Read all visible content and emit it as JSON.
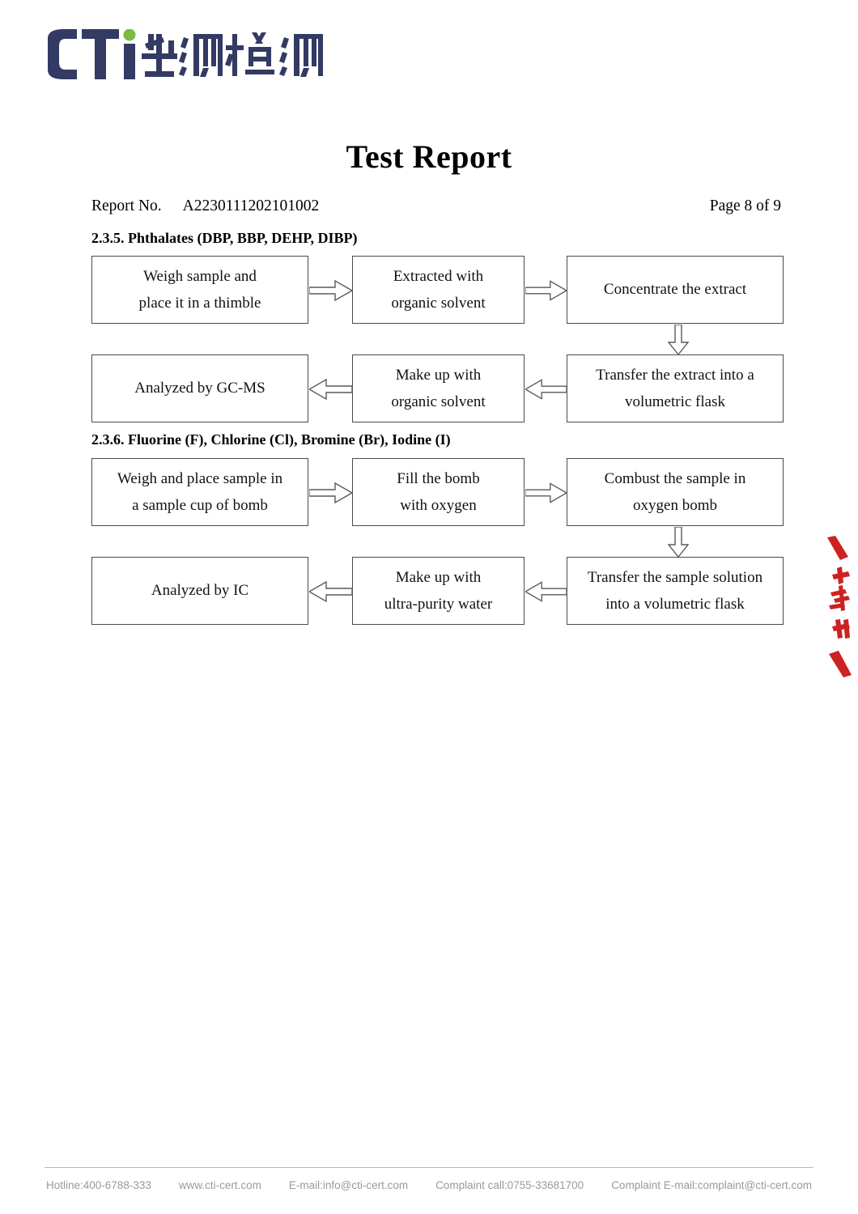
{
  "brand": {
    "logo_latin": "CTI",
    "logo_cjk": "华测检测",
    "logo_color": "#333a63",
    "logo_dot_color": "#7cbb42"
  },
  "document": {
    "title": "Test Report",
    "report_no_label": "Report No.",
    "report_no_value": "A2230111202101002",
    "page_indicator": "Page 8 of 9"
  },
  "sections": [
    {
      "heading": "2.3.5. Phthalates (DBP, BBP, DEHP, DIBP)",
      "flow": {
        "nodes": [
          {
            "id": "n1",
            "lines": [
              "Weigh sample and",
              "place it in a thimble"
            ]
          },
          {
            "id": "n2",
            "lines": [
              "Extracted with",
              "organic solvent"
            ]
          },
          {
            "id": "n3",
            "lines": [
              "Concentrate the extract"
            ]
          },
          {
            "id": "n4",
            "lines": [
              "Transfer the extract into a",
              "volumetric flask"
            ]
          },
          {
            "id": "n5",
            "lines": [
              "Make up with",
              "organic solvent"
            ]
          },
          {
            "id": "n6",
            "lines": [
              "Analyzed by GC-MS"
            ]
          }
        ],
        "edges": [
          {
            "from": "n1",
            "to": "n2",
            "direction": "right"
          },
          {
            "from": "n2",
            "to": "n3",
            "direction": "right"
          },
          {
            "from": "n3",
            "to": "n4",
            "direction": "down"
          },
          {
            "from": "n4",
            "to": "n5",
            "direction": "left"
          },
          {
            "from": "n5",
            "to": "n6",
            "direction": "left"
          }
        ]
      }
    },
    {
      "heading": "2.3.6. Fluorine (F), Chlorine (Cl), Bromine (Br), Iodine (I)",
      "flow": {
        "nodes": [
          {
            "id": "m1",
            "lines": [
              "Weigh and place sample in",
              "a sample cup of bomb"
            ]
          },
          {
            "id": "m2",
            "lines": [
              "Fill the bomb",
              "with oxygen"
            ]
          },
          {
            "id": "m3",
            "lines": [
              "Combust the sample in",
              "oxygen bomb"
            ]
          },
          {
            "id": "m4",
            "lines": [
              "Transfer the sample solution",
              "into a volumetric flask"
            ]
          },
          {
            "id": "m5",
            "lines": [
              "Make up with",
              "ultra-purity water"
            ]
          },
          {
            "id": "m6",
            "lines": [
              "Analyzed by IC"
            ]
          }
        ],
        "edges": [
          {
            "from": "m1",
            "to": "m2",
            "direction": "right"
          },
          {
            "from": "m2",
            "to": "m3",
            "direction": "right"
          },
          {
            "from": "m3",
            "to": "m4",
            "direction": "down"
          },
          {
            "from": "m4",
            "to": "m5",
            "direction": "left"
          },
          {
            "from": "m5",
            "to": "m6",
            "direction": "left"
          }
        ]
      }
    }
  ],
  "watermark": {
    "type": "red-seal-edge",
    "color": "#cc2222"
  },
  "footer": {
    "hotline": "Hotline:400-6788-333",
    "website": "www.cti-cert.com",
    "email": "E-mail:info@cti-cert.com",
    "complaint_call": "Complaint call:0755-33681700",
    "complaint_email": "Complaint E-mail:complaint@cti-cert.com"
  }
}
